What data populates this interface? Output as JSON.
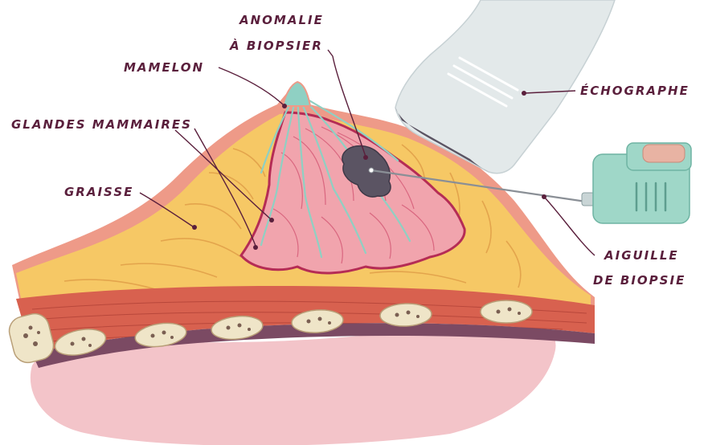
{
  "labels": {
    "anomalie_line1": "ANOMALIE",
    "anomalie_line2": "À BIOPSIER",
    "mamelon": "MAMELON",
    "glandes": "GLANDES MAMMAIRES",
    "graisse": "GRAISSE",
    "echographe": "ÉCHOGRAPHE",
    "aiguille_line1": "AIGUILLE",
    "aiguille_line2": "DE BIOPSIE"
  },
  "colors": {
    "skin": "#ee9a88",
    "fat": "#f6c865",
    "gland": "#f1a4ad",
    "gland_dark": "#b52c55",
    "duct": "#8fd0c3",
    "muscle": "#d8614f",
    "rib": "#efe5c8",
    "pleura": "#f3c4c9",
    "probe": "#e3e9ea",
    "needle_body": "#9fd7c8",
    "anomaly": "#5b5463",
    "text": "#5a1f3c"
  },
  "icons": [
    "ultrasound-probe-icon",
    "biopsy-needle-icon",
    "nipple-icon",
    "rib-icon"
  ]
}
